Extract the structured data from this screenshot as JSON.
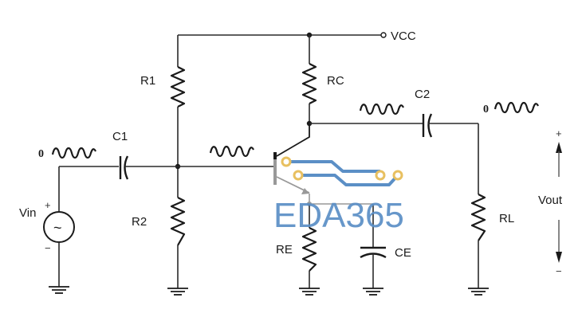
{
  "diagram": {
    "title": "Common-emitter BJT amplifier with voltage-divider bias",
    "labels": {
      "vcc": "VCC",
      "r1": "R1",
      "r2": "R2",
      "rc": "RC",
      "re": "RE",
      "rl": "RL",
      "c1": "C1",
      "c2": "C2",
      "ce": "CE",
      "vin": "Vin",
      "vout": "Vout",
      "vin_plus": "+",
      "vin_minus": "−",
      "vout_plus": "+",
      "vout_minus": "−",
      "input_zero": "0",
      "output_zero": "0",
      "source_symbol": "~"
    },
    "components": [
      {
        "id": "R1",
        "type": "resistor"
      },
      {
        "id": "R2",
        "type": "resistor"
      },
      {
        "id": "RC",
        "type": "resistor"
      },
      {
        "id": "RE",
        "type": "resistor"
      },
      {
        "id": "RL",
        "type": "resistor"
      },
      {
        "id": "C1",
        "type": "capacitor"
      },
      {
        "id": "C2",
        "type": "capacitor"
      },
      {
        "id": "CE",
        "type": "capacitor"
      },
      {
        "id": "Q1",
        "type": "npn-transistor"
      },
      {
        "id": "Vin",
        "type": "ac-voltage-source"
      }
    ],
    "signal_icons": [
      "input-waveform",
      "base-waveform",
      "collector-waveform",
      "output-waveform"
    ]
  },
  "watermark": {
    "text": "EDA365",
    "color": "#5b8fc6",
    "pad_color": "#e8c060"
  }
}
